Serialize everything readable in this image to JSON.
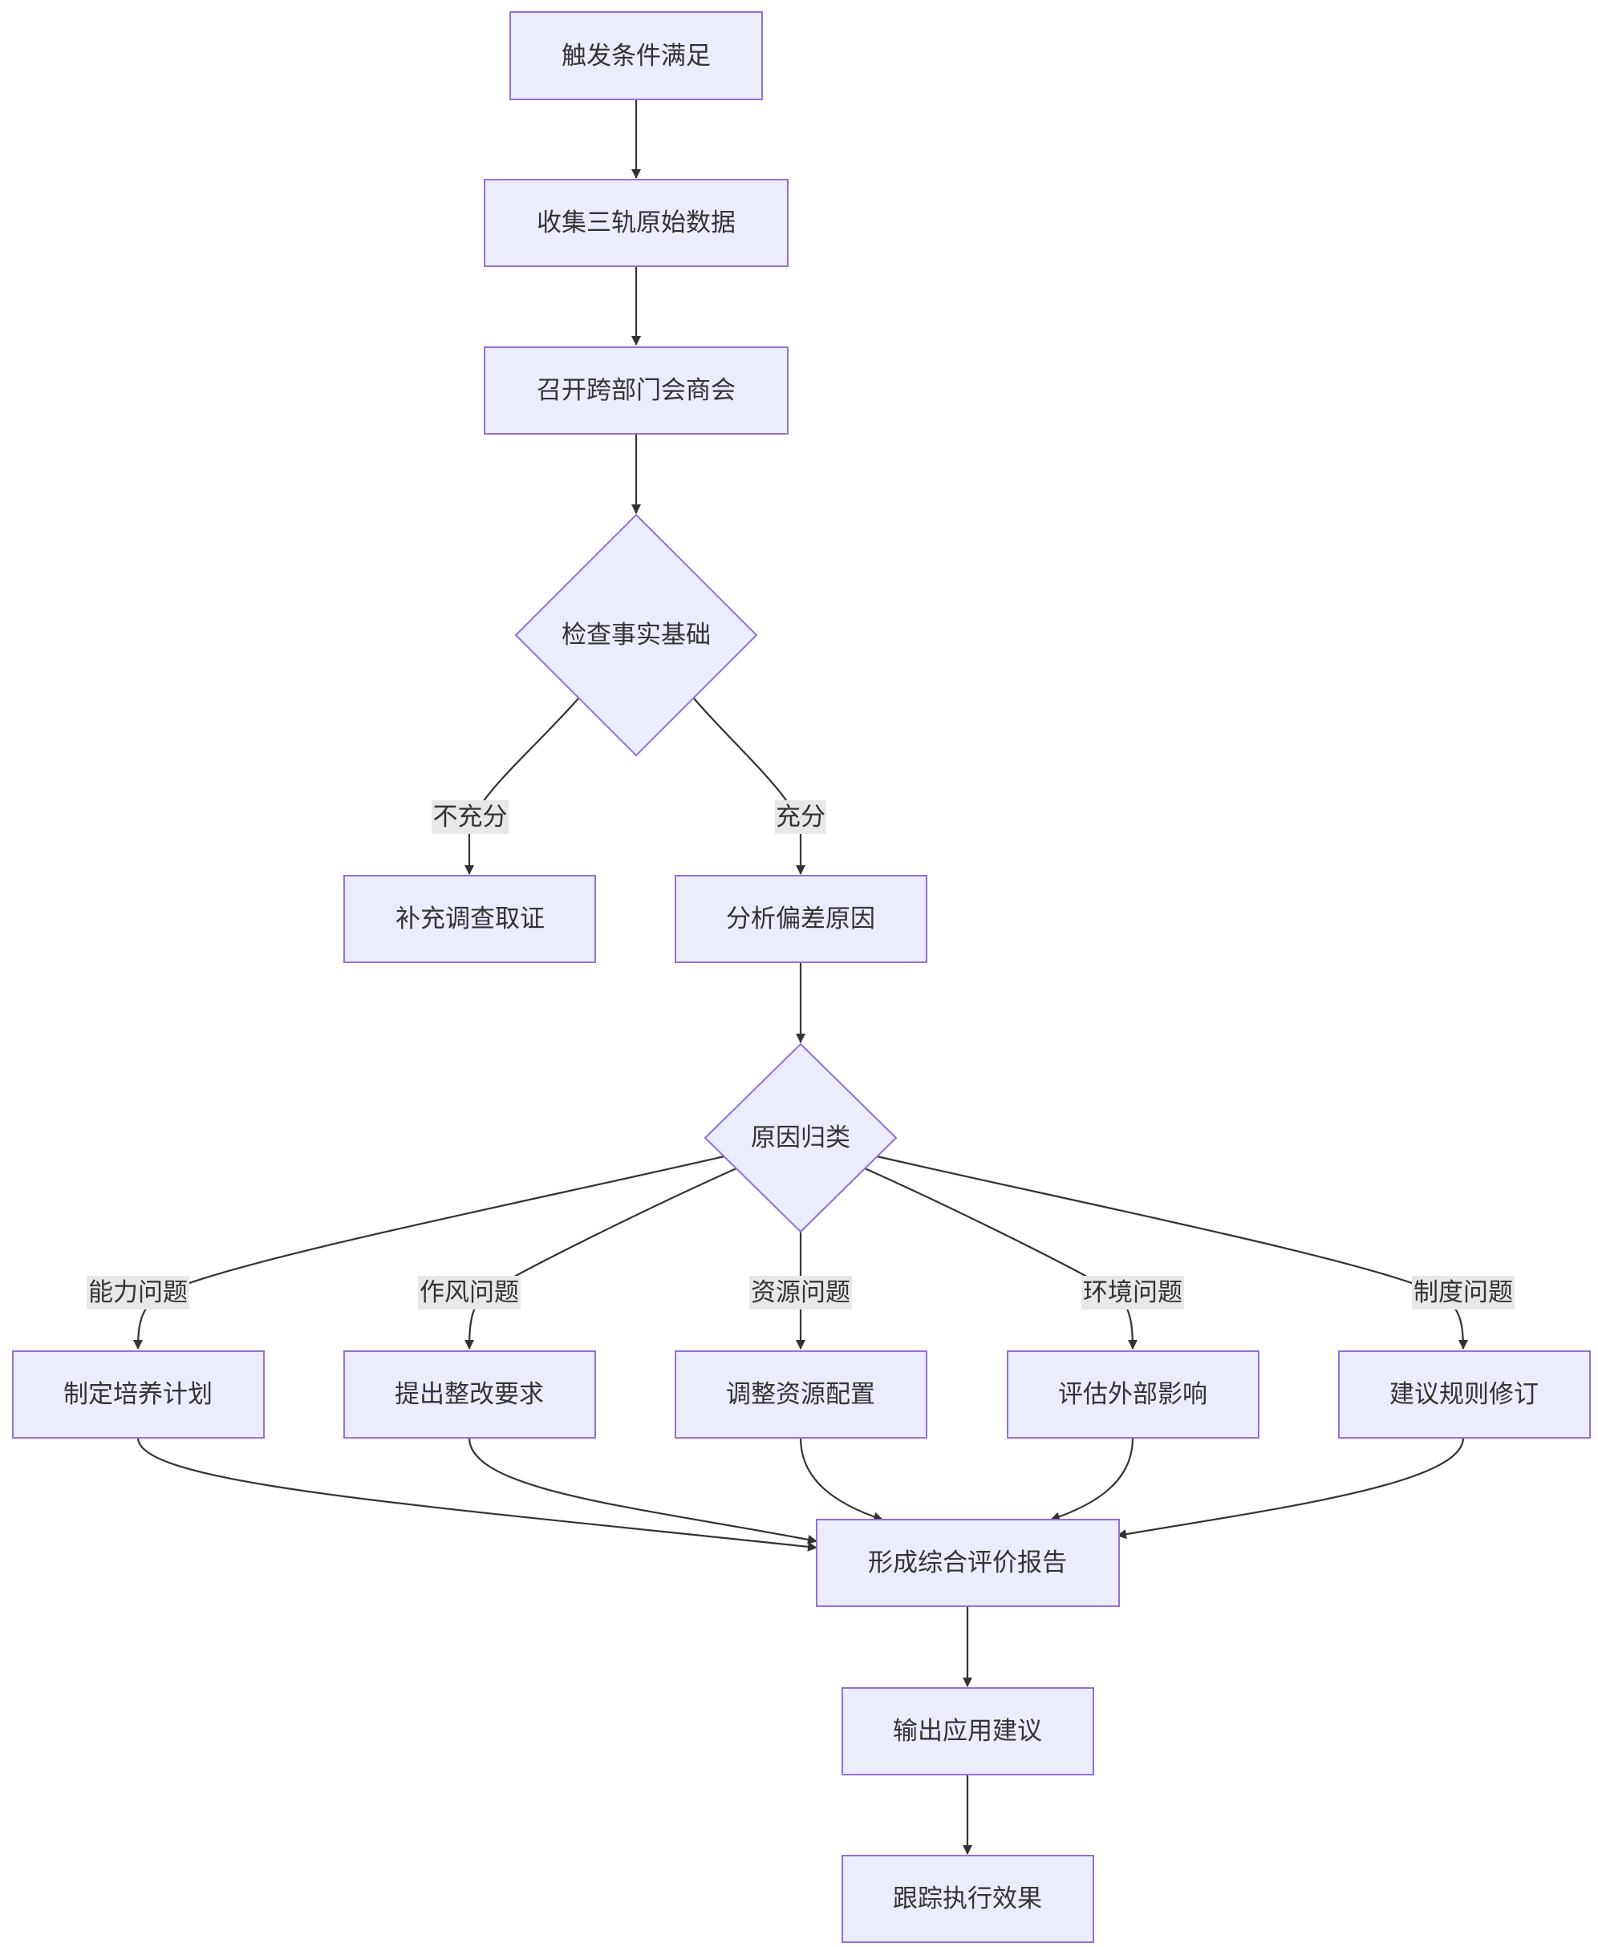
{
  "colors": {
    "node_fill": "#ECECFF",
    "node_stroke": "#9370DB",
    "edge_stroke": "#333333",
    "edge_label_bg": "#e8e8e8",
    "text": "#333333"
  },
  "nodes": {
    "trigger": "触发条件满足",
    "collect": "收集三轨原始数据",
    "meeting": "召开跨部门会商会",
    "check": "检查事实基础",
    "supplement": "补充调查取证",
    "analyze": "分析偏差原因",
    "classify": "原因归类",
    "training": "制定培养计划",
    "rectify": "提出整改要求",
    "resource": "调整资源配置",
    "external": "评估外部影响",
    "rules": "建议规则修订",
    "report": "形成综合评价报告",
    "output": "输出应用建议",
    "track": "跟踪执行效果"
  },
  "edge_labels": {
    "insufficient": "不充分",
    "sufficient": "充分",
    "ability": "能力问题",
    "style": "作风问题",
    "resource": "资源问题",
    "environment": "环境问题",
    "system": "制度问题"
  }
}
